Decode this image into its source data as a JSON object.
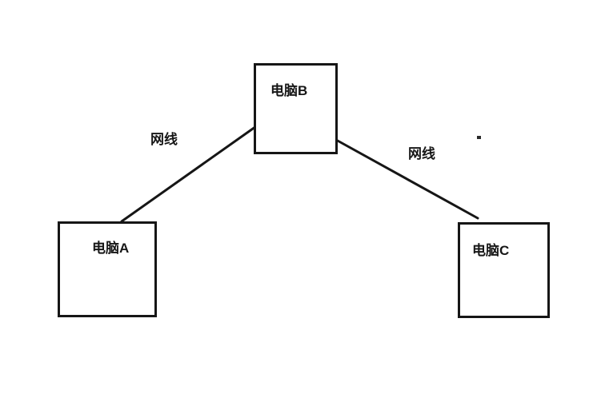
{
  "diagram": {
    "type": "network-topology",
    "background_color": "#ffffff",
    "stroke_color": "#161616",
    "nodes": [
      {
        "id": "computer-a",
        "label": "电脑A"
      },
      {
        "id": "computer-b",
        "label": "电脑B"
      },
      {
        "id": "computer-c",
        "label": "电脑C"
      }
    ],
    "edges": [
      {
        "from": "computer-a",
        "to": "computer-b",
        "label": "网线"
      },
      {
        "from": "computer-b",
        "to": "computer-c",
        "label": "网线"
      }
    ]
  }
}
